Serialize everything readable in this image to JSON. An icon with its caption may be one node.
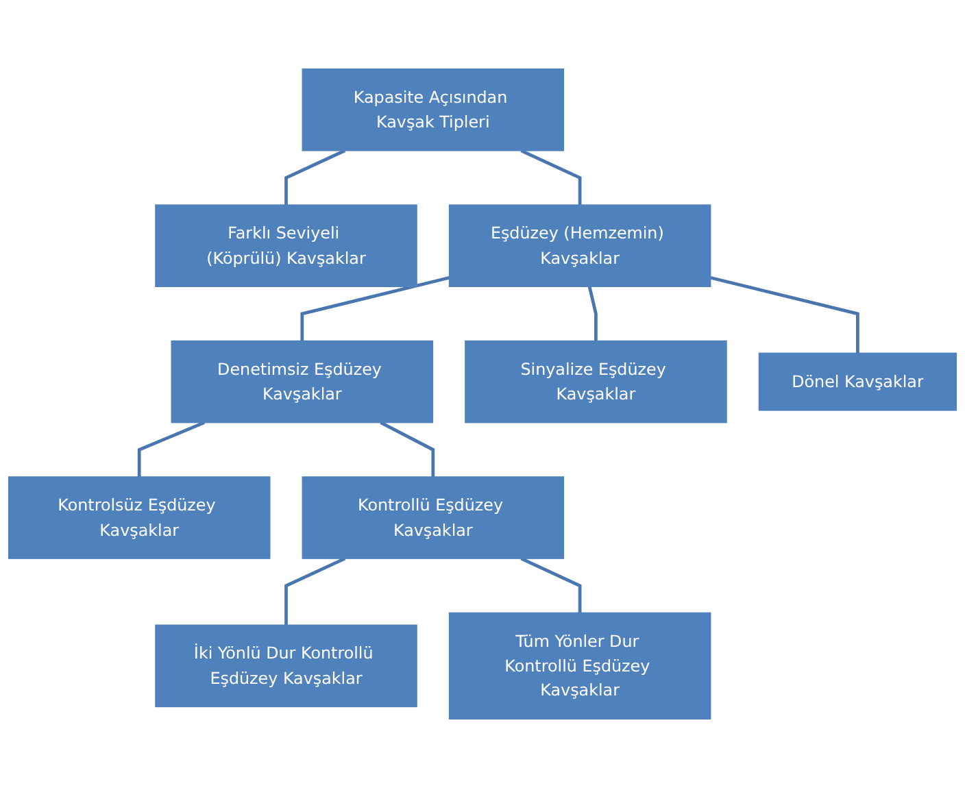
{
  "diagram": {
    "nodes": [
      {
        "text": [
          "Kapasite Açısından Kavşak Tipleri"
        ]
      },
      {
        "text": [
          "Farklı Seviyeli (Köprülü) Kavşaklar"
        ]
      },
      {
        "text": [
          "Eşdüzey (Hemzemin) Kavşaklar"
        ]
      },
      {
        "text": [
          "Denetimsiz Eşdüzey Kavşaklar"
        ]
      },
      {
        "text": [
          "Sinyalize Eşdüzey Kavşaklar"
        ]
      },
      {
        "text": [
          "Dönel Kavşaklar"
        ]
      },
      {
        "text": [
          "Kontrolsüz Eşdüzey Kavşaklar"
        ]
      },
      {
        "text": [
          "Kontrollü Eşdüzey Kavşaklar"
        ]
      },
      {
        "text": [
          "İki Yönlü Dur Kontrollü Eşdüzey Kavşaklar"
        ]
      },
      {
        "text": [
          "Tüm Yönler Dur Kontrollü Eşdüzey Kavşaklar"
        ]
      }
    ],
    "edges": [
      {
        "from": 0,
        "to": 1,
        "arrow": "none"
      },
      {
        "from": 0,
        "to": 2,
        "arrow": "none"
      },
      {
        "from": 2,
        "to": 3,
        "arrow": "none"
      },
      {
        "from": 2,
        "to": 4,
        "arrow": "none"
      },
      {
        "from": 2,
        "to": 5,
        "arrow": "none"
      },
      {
        "from": 3,
        "to": 6,
        "arrow": "none"
      },
      {
        "from": 3,
        "to": 7,
        "arrow": "none"
      },
      {
        "from": 7,
        "to": 8,
        "arrow": "none"
      },
      {
        "from": 7,
        "to": 9,
        "arrow": "none"
      }
    ]
  }
}
